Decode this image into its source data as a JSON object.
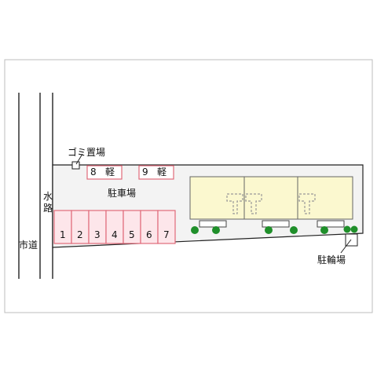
{
  "labels": {
    "garbage": "ゴミ置場",
    "parking": "駐車場",
    "waterway": "水路",
    "city_road": "市道",
    "bicycle": "駐輪場"
  },
  "parking_spaces": [
    "1",
    "2",
    "3",
    "4",
    "5",
    "6",
    "7"
  ],
  "kei_spaces": [
    {
      "number": "8",
      "type": "軽"
    },
    {
      "number": "9",
      "type": "軽"
    }
  ],
  "colors": {
    "lot": "#f3f3f3",
    "outline": "#222222",
    "parking_space_border": "#e06a7a",
    "parking_space_fill": "#fde6ea",
    "building": "#fbf8cf",
    "tree": "#1f8f2a"
  }
}
